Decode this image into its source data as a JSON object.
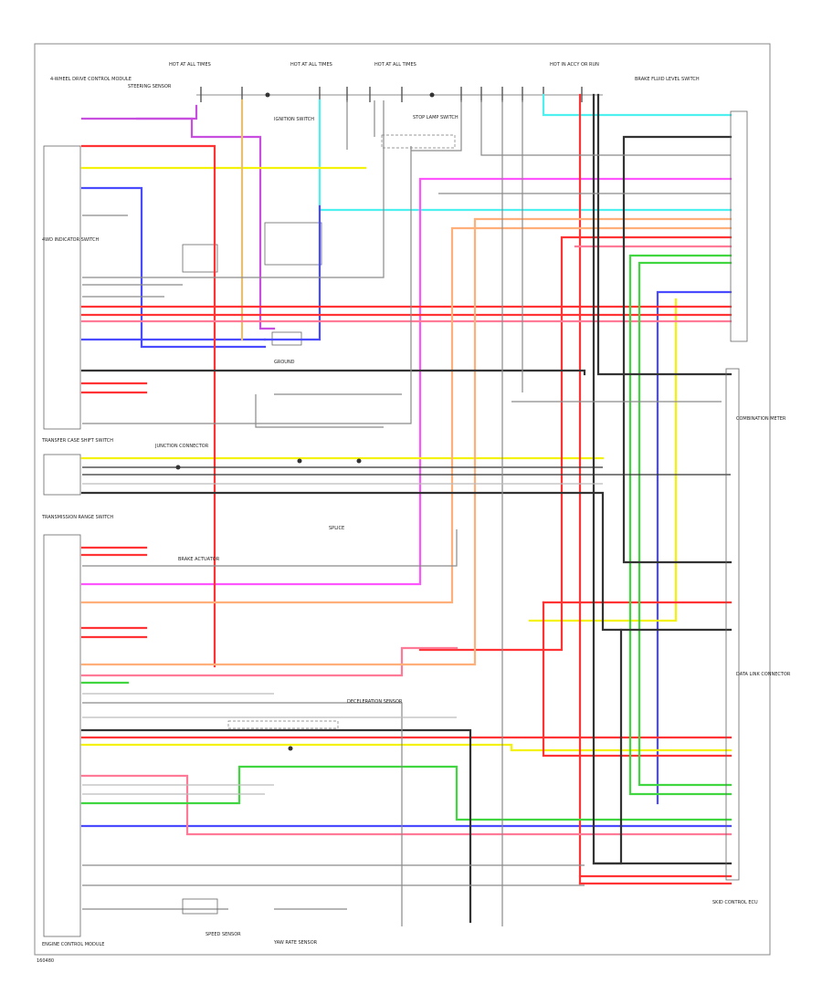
{
  "diagram": {
    "fuse_labels": [
      "HOT AT ALL TIMES",
      "HOT AT ALL TIMES",
      "HOT AT ALL TIMES",
      "HOT IN ACCY OR RUN"
    ],
    "top_components": [
      "4-WHEEL DRIVE CONTROL MODULE",
      "STEERING SENSOR",
      "IGNITION SWITCH",
      "STOP LAMP SWITCH",
      "BRAKE FLUID LEVEL SWITCH"
    ],
    "left_components": [
      "4WD INDICATOR SWITCH",
      "TRANSFER CASE SHIFT SWITCH",
      "TRANSMISSION RANGE SWITCH",
      "BRAKE ACTUATOR",
      "ENGINE CONTROL MODULE"
    ],
    "center_labels": [
      "GROUND",
      "JUNCTION CONNECTOR",
      "SPLICE"
    ],
    "right_components": [
      "COMBINATION METER",
      "DATA LINK CONNECTOR",
      "SKID CONTROL ECU"
    ],
    "bottom_components": [
      "SPEED SENSOR",
      "YAW RATE SENSOR",
      "DECELERATION SENSOR"
    ],
    "footer_code": "160480"
  }
}
